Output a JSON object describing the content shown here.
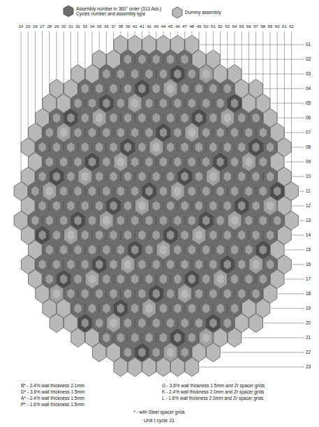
{
  "diagram": {
    "caption": "Unit I cycle 21",
    "labels": [
      "24",
      "25",
      "26",
      "27",
      "28",
      "29",
      "30",
      "31",
      "32",
      "33",
      "34",
      "35",
      "36",
      "37",
      "38",
      "39",
      "40",
      "41",
      "42",
      "43",
      "44",
      "45",
      "46",
      "47",
      "48",
      "49",
      "50",
      "51",
      "52",
      "53",
      "54",
      "55",
      "56",
      "57",
      "58",
      "59",
      "60",
      "61",
      "62",
      "01",
      "02",
      "03",
      "04",
      "05",
      "06",
      "07",
      "08",
      "09",
      "10",
      "11",
      "12",
      "13",
      "14",
      "15",
      "16",
      "17",
      "18",
      "19",
      "20",
      "21",
      "22",
      "23",
      "B* - 2.4% wall thickness 2.1mm",
      "D* - 3.6% wall thickness 1.5mm",
      "A* - 2.4% wall thickness 1.5mm",
      "P* - 1.6% wall thickness 1.5mm",
      "G - 3.6% wall thickness 1.5mm and Zr spacer grids",
      "K - 2.4% wall thickness 2.0mm and Zr spacer grids",
      "L - 1.6% wall thickness 2.0mm and Zr spacer grids",
      "* - with Steel spacer grids"
    ],
    "legend": [
      {
        "text": "Assembly number in 360° order (313 Ass.) Cycles number and assembly type",
        "color": "#6f6f6f"
      },
      {
        "text": "Dummy assembly",
        "color": "#bdbdbd"
      }
    ]
  }
}
